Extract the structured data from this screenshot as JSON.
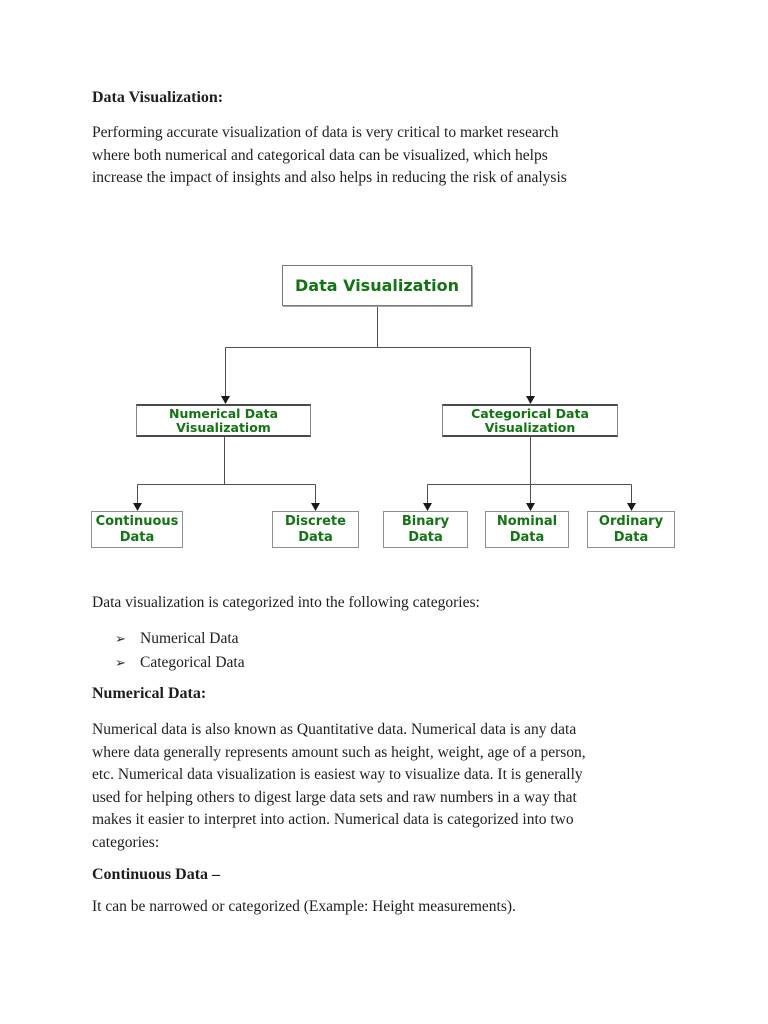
{
  "page": {
    "background": "#ffffff",
    "text_color": "#1e1e1e"
  },
  "document": {
    "heading_main": "Data Visualization:",
    "intro": {
      "lines": [
        "Performing accurate visualization of data is very critical to market research",
        "where both numerical and categorical data can be visualized, which helps",
        "increase the impact of insights and also helps in reducing the risk of analysis"
      ]
    },
    "categories_line": "Data visualization is categorized into the following categories:",
    "bullet_glyph": "➢",
    "bullets": [
      "Numerical Data",
      "Categorical Data"
    ],
    "heading_numerical": "Numerical Data:",
    "numerical": {
      "lines": [
        "Numerical data is also known as Quantitative data. Numerical data is any data",
        "where data generally represents amount such as height, weight, age of a person,",
        "etc. Numerical data visualization is easiest way to visualize data. It is generally",
        "used for helping others to digest large data sets and raw numbers in a way that",
        "makes it easier to interpret into action. Numerical data is categorized into two",
        "categories:"
      ]
    },
    "heading_continuous": "Continuous Data –",
    "continuous_line": "It can be narrowed or categorized (Example: Height measurements)."
  },
  "diagram": {
    "accent_green": "#127412",
    "box_border": "#868686",
    "connector_color": "#4f4f4f",
    "arrow_color": "#1a1a1a",
    "nodes": {
      "root": "Data Visualization",
      "numerical": "Numerical Data\nVisualizatiom",
      "categorical": "Categorical Data\nVisualization",
      "continuous": "Continuous\nData",
      "discrete": "Discrete\nData",
      "binary": "Binary\nData",
      "nominal": "Nominal\nData",
      "ordinary": "Ordinary\nData"
    }
  }
}
